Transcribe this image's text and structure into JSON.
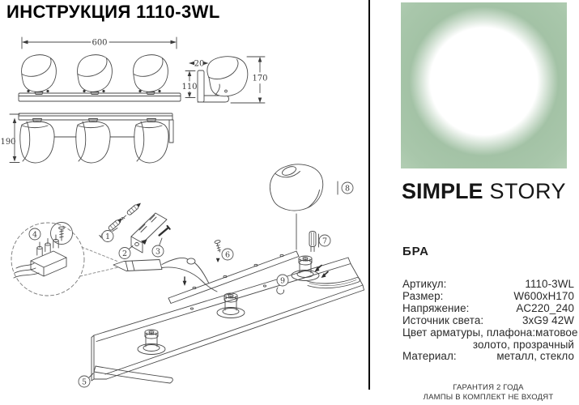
{
  "title": "ИНСТРУКЦИЯ 1110-3WL",
  "drawings": {
    "dims": {
      "width": "600",
      "depth": "20",
      "height": "170",
      "plate_height": "110",
      "projection": "190"
    },
    "callouts": [
      "1",
      "2",
      "3",
      "4",
      "5",
      "6",
      "7",
      "8",
      "9"
    ]
  },
  "brand": {
    "name_bold": "SIMPLE",
    "name_light": "STORY"
  },
  "colors": {
    "logo_green": "#a6c4a8"
  },
  "product": {
    "category": "БРА"
  },
  "specs": {
    "rows": [
      {
        "label": "Артикул:",
        "value": "1110-3WL"
      },
      {
        "label": "Размер:",
        "value": "W600xH170"
      },
      {
        "label": "Напряжение:",
        "value": "AC220_240"
      },
      {
        "label": "Источник света:",
        "value": "3xG9 42W"
      },
      {
        "label": "Цвет арматуры, плафона:",
        "value": "матовое"
      },
      {
        "label": "",
        "value": "золото, прозрачный"
      },
      {
        "label": "Материал:",
        "value": "металл, стекло"
      }
    ]
  },
  "footer": {
    "line1": "ГАРАНТИЯ 2 ГОДА",
    "line2": "ЛАМПЫ В КОМПЛЕКТ НЕ ВХОДЯТ"
  }
}
